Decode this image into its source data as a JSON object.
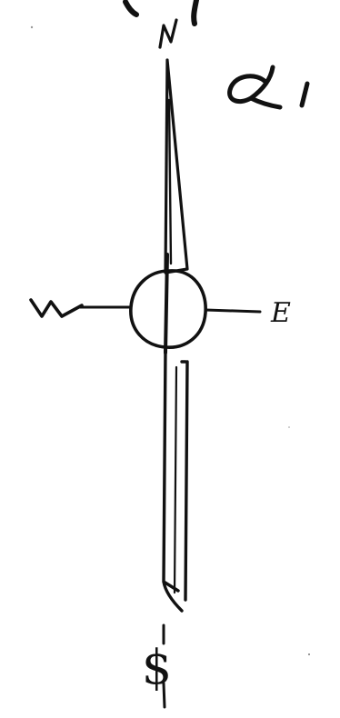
{
  "diagram": {
    "header_mark": "α1",
    "labels": {
      "north": "N",
      "east": "E",
      "west": "W",
      "south": "$"
    }
  }
}
